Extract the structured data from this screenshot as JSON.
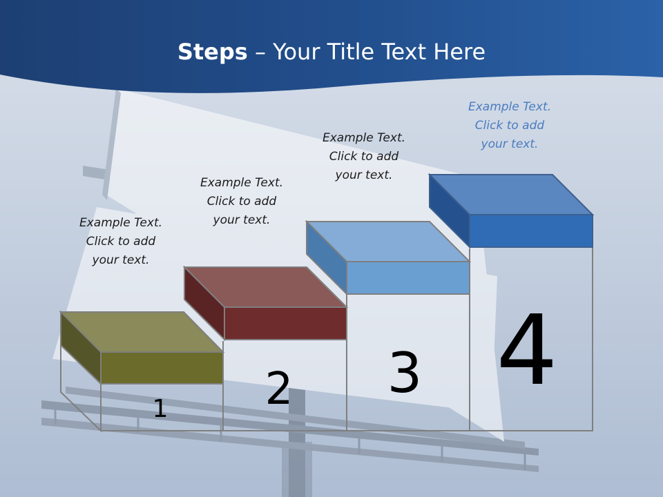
{
  "slide": {
    "title_bold": "Steps",
    "title_rest": " – Your Title Text Here",
    "steps": [
      {
        "number": "1",
        "caption": [
          "Example Text.",
          "Click  to add",
          "your text."
        ],
        "color": "#6b6b2c"
      },
      {
        "number": "2",
        "caption": [
          "Example Text.",
          "Click  to add",
          "your text."
        ],
        "color": "#6e2c2c"
      },
      {
        "number": "3",
        "caption": [
          "Example Text.",
          "Click  to add",
          "your text."
        ],
        "color": "#6a9fd2"
      },
      {
        "number": "4",
        "caption": [
          "Example Text.",
          "Click  to add",
          "your text."
        ],
        "color": "#2f6cb5"
      }
    ],
    "colors": {
      "header": "#214f8a",
      "caption_step4": "#4a7cbf"
    }
  }
}
